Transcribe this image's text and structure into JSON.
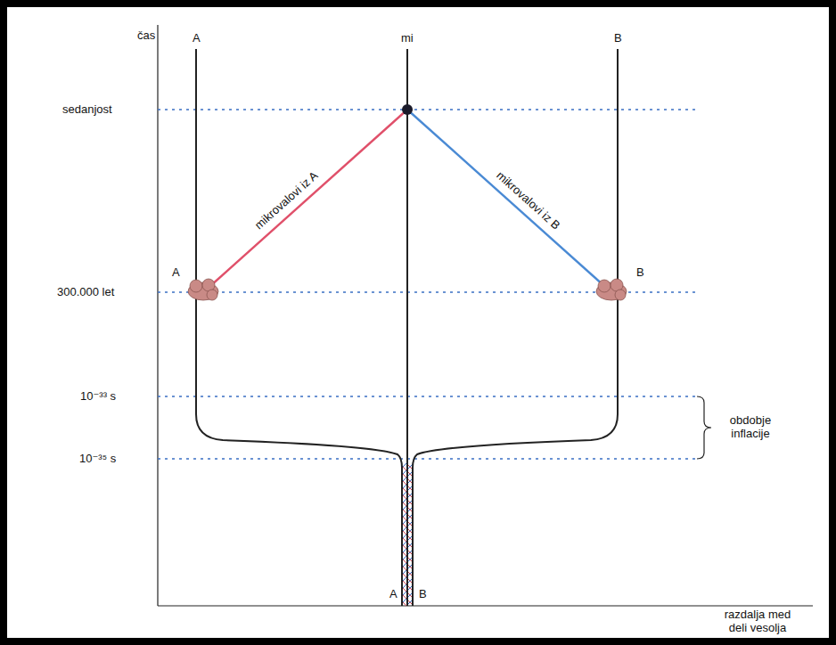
{
  "diagram": {
    "labels": [
      "čas",
      "A",
      "mi",
      "B",
      "sedanjost",
      "mikrovalovi iz A",
      "mikrovalovi iz B",
      "A",
      "300.000 let",
      "B",
      "10⁻³³ s",
      "10⁻³⁵ s",
      "obdobje inflacije",
      "A",
      "B",
      "razdalja med deli vesolja"
    ]
  }
}
